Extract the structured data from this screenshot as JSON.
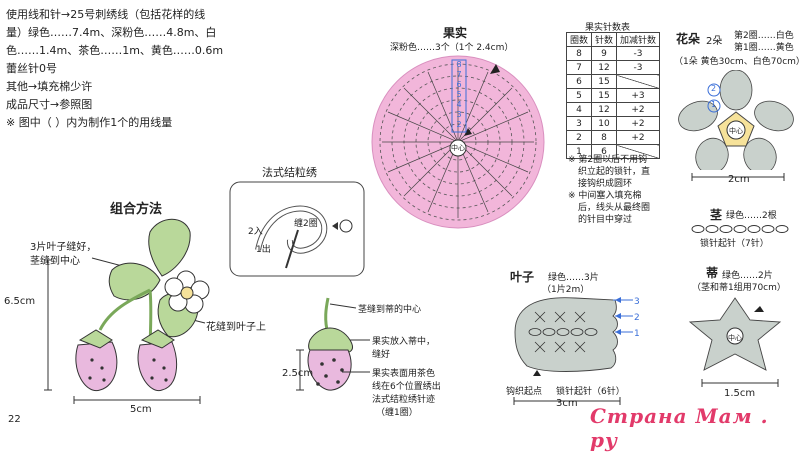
{
  "materials": {
    "lines": [
      "使用线和针→25号刺绣线（包括花样的线",
      "量）绿色……7.4m、深粉色……4.8m、白",
      "色……1.4m、茶色……1m、黄色……0.6m",
      "蕾丝针0号",
      "其他→填充棉少许",
      "成品尺寸→参照图",
      "※ 图中（ ）内为制作1个的用线量"
    ]
  },
  "assembly": {
    "title": "组合方法",
    "note_leaves": "3片叶子缝好，",
    "note_stem": "茎缝到中心",
    "note_flower": "花缝到叶子上",
    "dim_height": "6.5cm",
    "dim_width": "5cm"
  },
  "french_knot": {
    "title": "法式结粒绣",
    "label_wrap": "缠2圈",
    "label_in": "2入",
    "label_out": "1出"
  },
  "fruit_detail": {
    "note_sew": "茎缝到蒂的中心",
    "note_stuff_1": "果实放入蒂中，",
    "note_stuff_2": "缝好",
    "note_knot_1": "果实表面用茶色",
    "note_knot_2": "线在6个位置绣出",
    "note_knot_3": "法式结粒绣针迹",
    "note_knot_4": "（缠1圈）",
    "dim": "2.5cm"
  },
  "fruit": {
    "title": "果实",
    "info": "深粉色……3个（1个 2.4cm）",
    "ring_numbers": [
      "8",
      "7",
      "6",
      "5",
      "4",
      "3",
      "2"
    ],
    "center_label": "中心"
  },
  "stitch_table": {
    "title": "果实针数表",
    "headers": [
      "圈数",
      "针数",
      "加减针数"
    ],
    "rows": [
      [
        "8",
        "9",
        "-3"
      ],
      [
        "7",
        "12",
        "-3"
      ],
      [
        "6",
        "15",
        ""
      ],
      [
        "5",
        "15",
        "+3"
      ],
      [
        "4",
        "12",
        "+2"
      ],
      [
        "3",
        "10",
        "+2"
      ],
      [
        "2",
        "8",
        "+2"
      ],
      [
        "1",
        "6",
        ""
      ]
    ],
    "notes": [
      "※ 第2圈以后不用钩",
      "织立起的锁针，直",
      "接钩织成圆环",
      "※ 中间塞入填充棉",
      "后，线头从最终圈",
      "的针目中穿过"
    ]
  },
  "flower": {
    "title": "花朵",
    "count": "2朵",
    "round2": "第2圈……白色",
    "round1": "第1圈……黄色",
    "usage": "（1朵 黄色30cm、白色70cm）",
    "dim": "2cm",
    "center_label": "中心",
    "ring2": "2",
    "ring1": "1"
  },
  "stem": {
    "title": "茎",
    "info": "绿色……2根",
    "chain_label": "锁针起针（7针）"
  },
  "leaf": {
    "title": "叶子",
    "info": "绿色……3片",
    "usage": "（1片2m）",
    "start_label": "钩织起点",
    "chain_label": "锁针起针（6针）",
    "dim": "3cm",
    "rows": [
      "3",
      "2",
      "1"
    ]
  },
  "calyx": {
    "title": "蒂",
    "info": "绿色……2片",
    "usage": "（茎和蒂1组用70cm）",
    "dim": "1.5cm",
    "center_label": "中心"
  },
  "page_number": "22",
  "watermark": "Страна Мам . ру",
  "colors": {
    "pink": "#f2b6da",
    "green": "#b9d89a",
    "leaf_gray": "#c9d1cc",
    "yellow": "#f6e29a",
    "berry": "#e9b9de",
    "blue_guide": "#3b6fd8",
    "watermark": "#e23a6a"
  }
}
